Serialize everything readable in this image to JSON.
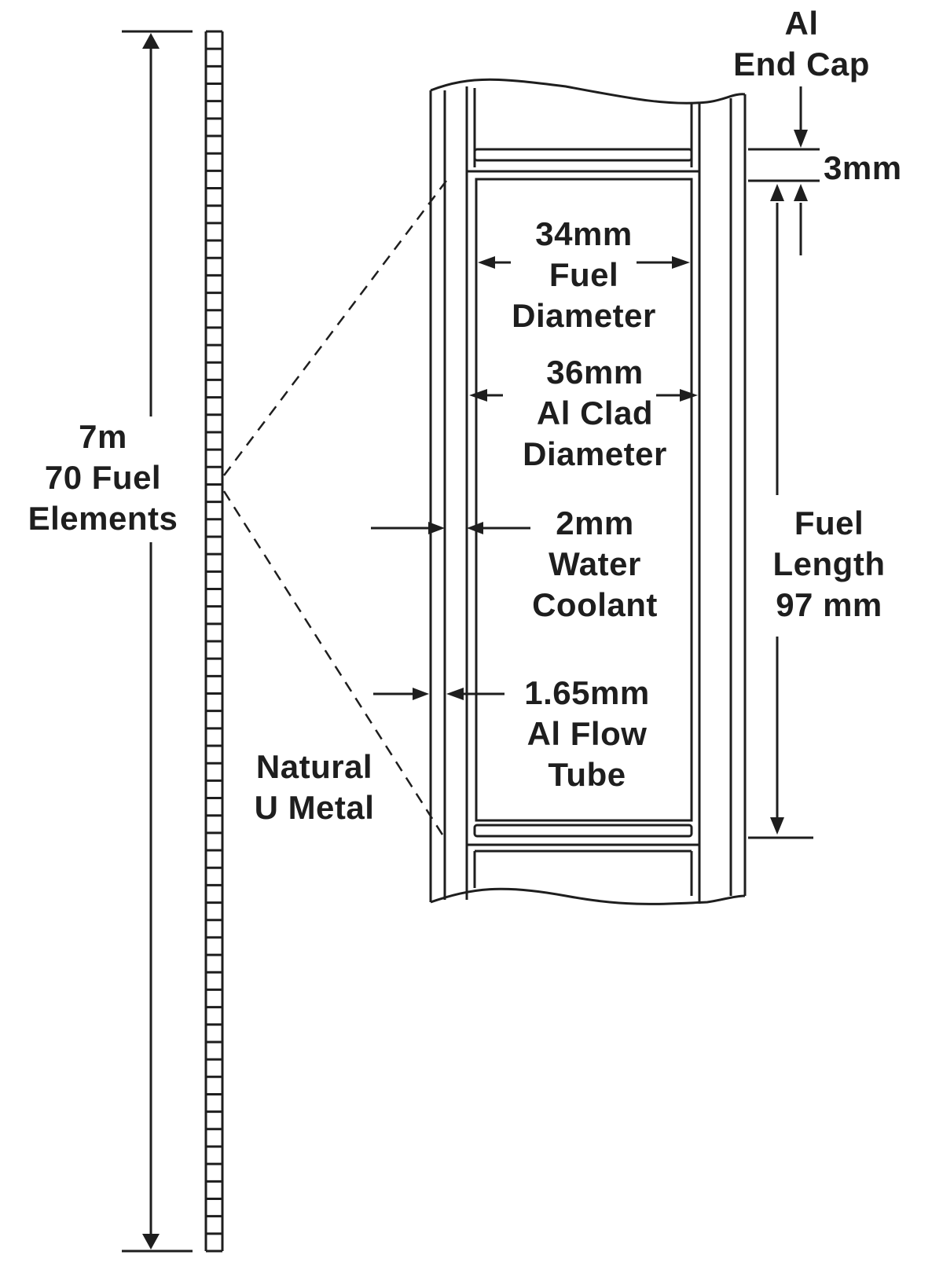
{
  "colors": {
    "ink": "#1e1e1e",
    "paper": "#ffffff"
  },
  "column": {
    "element_count": 70,
    "length_value": "7m",
    "label_line2": "70 Fuel",
    "label_line3": "Elements"
  },
  "end_cap": {
    "line1": "Al",
    "line2": "End Cap",
    "thickness": "3mm"
  },
  "fuel_diameter": {
    "value": "34mm",
    "line2": "Fuel",
    "line3": "Diameter"
  },
  "clad_diameter": {
    "value": "36mm",
    "line2": "Al Clad",
    "line3": "Diameter"
  },
  "water_coolant": {
    "value": "2mm",
    "line2": "Water",
    "line3": "Coolant"
  },
  "flow_tube": {
    "value": "1.65mm",
    "line2": "Al Flow",
    "line3": "Tube"
  },
  "fuel_length": {
    "line1": "Fuel",
    "line2": "Length",
    "value": "97 mm"
  },
  "material": {
    "line1": "Natural",
    "line2": "U Metal"
  }
}
